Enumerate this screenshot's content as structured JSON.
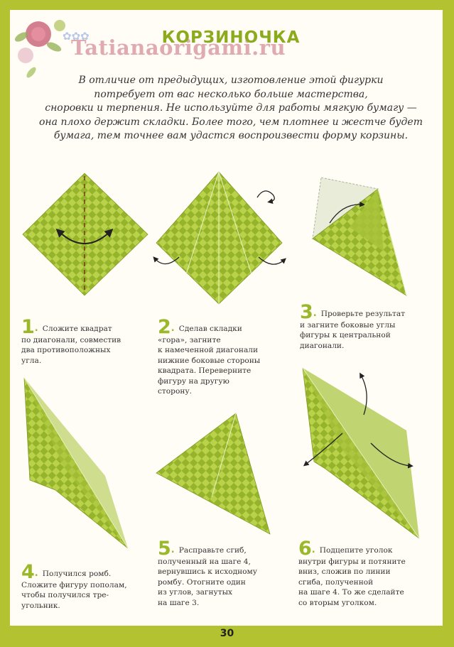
{
  "header": {
    "title": "КОРЗИНОЧКА",
    "watermark": "Tatianaorigami.ru"
  },
  "intro_lines": [
    "В отличие от предыдущих, изготовление этой фигурки",
    "потребует от вас несколько больше мастерства,",
    "сноровки и терпения. Не используйте для работы мягкую бумагу —",
    "она плохо держит складки. Более того, чем плотнее и жестче будет",
    "бумага, тем точнее вам удастся воспроизвести форму корзины."
  ],
  "steps": [
    {
      "number": "1",
      "lines": [
        "Сложите квадрат",
        "по диагонали, совместив",
        "два противоположных",
        "угла."
      ]
    },
    {
      "number": "2",
      "lines": [
        "Сделав складки",
        "«гора», загните",
        "к намеченной диагонали",
        "нижние боковые стороны",
        "квадрата. Переверните",
        "фигуру на другую",
        "сторону."
      ]
    },
    {
      "number": "3",
      "lines": [
        "Проверьте результат",
        "и загните боковые углы",
        "фигуры к центральной",
        "диагонали."
      ]
    },
    {
      "number": "4",
      "lines": [
        "Получился ромб.",
        "Сложите фигуру пополам,",
        "чтобы получился тре-",
        "угольник."
      ]
    },
    {
      "number": "5",
      "lines": [
        "Расправьте сгиб,",
        "полученный на шаге 4,",
        "вернувшись к исходному",
        "ромбу. Отогните один",
        "из углов, загнутых",
        "на шаге 3."
      ]
    },
    {
      "number": "6",
      "lines": [
        "Подцепите уголок",
        "внутри фигуры и потяните",
        "вниз, сложив по линии",
        "сгиба, полученной",
        "на шаге 4. То же сделайте",
        "со вторым уголком."
      ]
    }
  ],
  "page_number": "30",
  "colors": {
    "frame": "#b3c230",
    "paper_light": "#b9d24a",
    "paper_dark": "#8fae2a",
    "accent": "#9ab82a",
    "watermark": "#c25a6e"
  }
}
